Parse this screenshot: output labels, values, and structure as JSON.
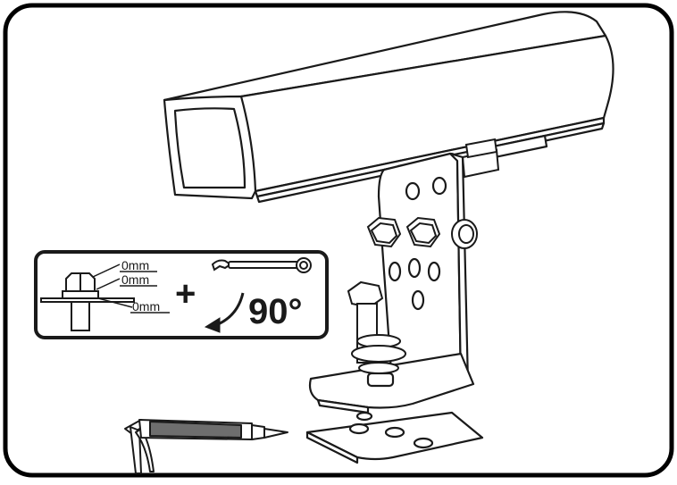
{
  "inset": {
    "torque_labels": [
      "0mm",
      "0mm",
      "0mm"
    ],
    "plus_symbol": "+",
    "angle_label": "90°"
  },
  "colors": {
    "outline": "#1a1a1a",
    "body_fill": "#ffffff",
    "cartridge_fill": "#6e6e6e",
    "inset_border": "#1a1a1a"
  }
}
